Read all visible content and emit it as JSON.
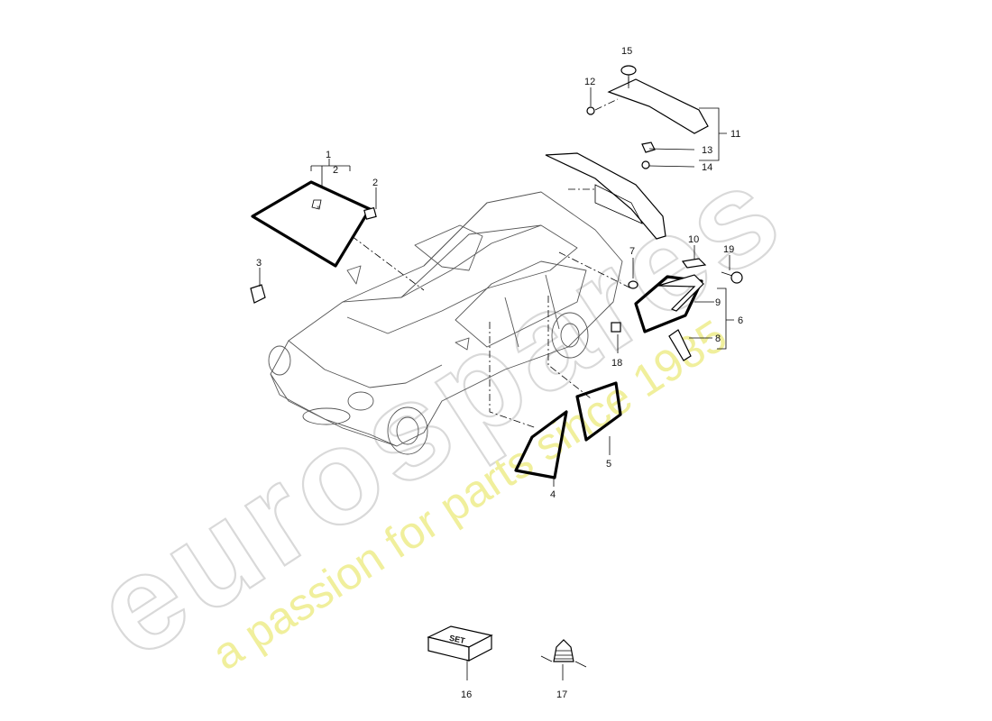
{
  "watermark": {
    "brand": "eurospares",
    "tagline": "a passion for parts since 1985"
  },
  "callouts": {
    "c1": "1",
    "c2": "2",
    "c2b": "2",
    "c3": "3",
    "c4": "4",
    "c5": "5",
    "c6": "6",
    "c7": "7",
    "c8": "8",
    "c9": "9",
    "c10": "10",
    "c11": "11",
    "c12": "12",
    "c13": "13",
    "c14": "14",
    "c15": "15",
    "c16": "16",
    "c17": "17",
    "c18": "18",
    "c19": "19"
  },
  "kit_box_label": "SET"
}
